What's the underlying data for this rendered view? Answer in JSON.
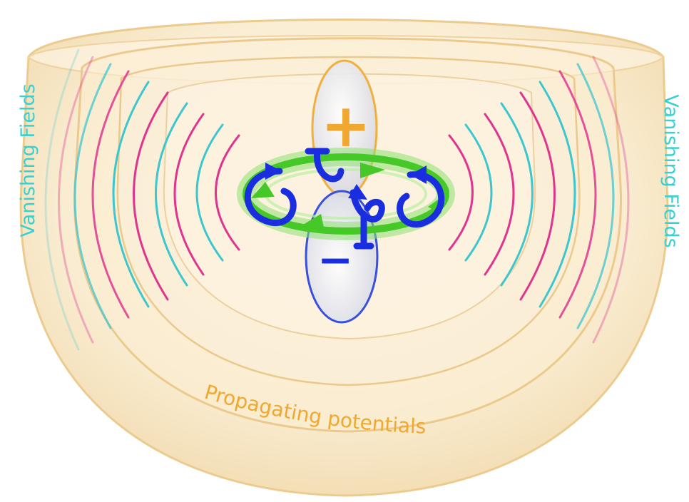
{
  "labels": {
    "left": "Vanishing Fields",
    "right": "Vanishing Fields",
    "bottom": "Propagating potentials",
    "plus": "+",
    "minus": "−"
  },
  "colors": {
    "shell_fill": "#f3ddb0",
    "shell_edge": "#e9c98e",
    "wave_magenta": "#e0358f",
    "wave_cyan": "#3ec6cf",
    "label_cyan": "#38d0d0",
    "label_orange": "#f0a830",
    "plus_lobe": "#f0b040",
    "minus_lobe": "#3850e0",
    "toroid_green": "#46c828",
    "current_blue": "#1a2ee0"
  }
}
